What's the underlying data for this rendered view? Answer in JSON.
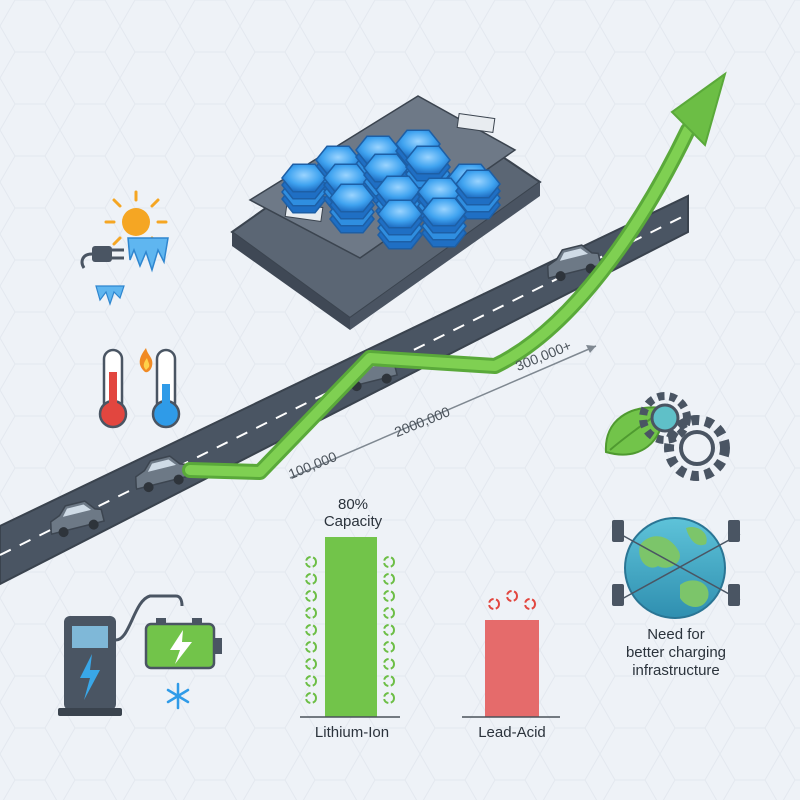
{
  "colors": {
    "background": "#eef2f7",
    "road": "#4a5563",
    "arrow_green": "#6cbe45",
    "lithium_bar": "#72c44a",
    "lead_bar": "#e56b6b",
    "battery_cells": "#3fa3f0"
  },
  "milestones": [
    "100,000",
    "2000,000",
    "300,000+"
  ],
  "capacity_label": "80%\nCapacity",
  "bars": [
    {
      "name": "Lithium-Ion",
      "label": "Lithium-Ion"
    },
    {
      "name": "Lead-Acid",
      "label": "Lead-Acid"
    }
  ],
  "infrastructure_note": "Need for\nbetter charging\ninfrastructure",
  "icons": [
    "battery-pack-icon",
    "sun-icon",
    "ice-icon",
    "plug-icon",
    "hot-thermometer-icon",
    "cold-thermometer-icon",
    "flame-icon",
    "charging-station-icon",
    "battery-charging-icon",
    "snowflake-icon",
    "leaf-icon",
    "gear-icon",
    "globe-icon",
    "car-icon",
    "recycle-icon"
  ]
}
